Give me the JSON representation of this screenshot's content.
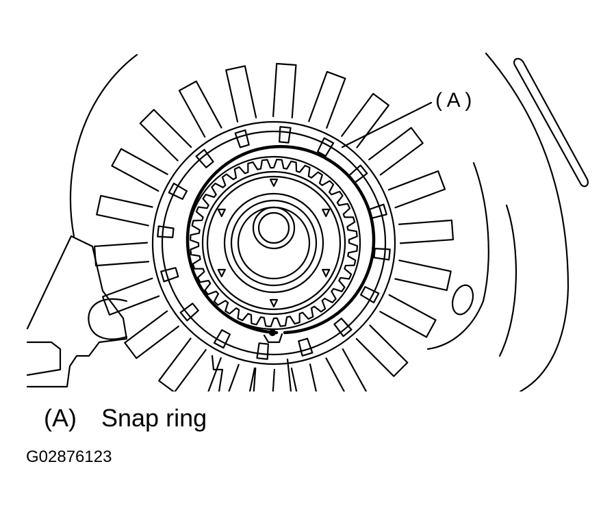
{
  "callout": {
    "label": "( A )"
  },
  "legend": {
    "key": "(A)",
    "text": "Snap ring"
  },
  "figure_id": "G02876123",
  "colors": {
    "line": "#000000",
    "background": "#ffffff"
  }
}
